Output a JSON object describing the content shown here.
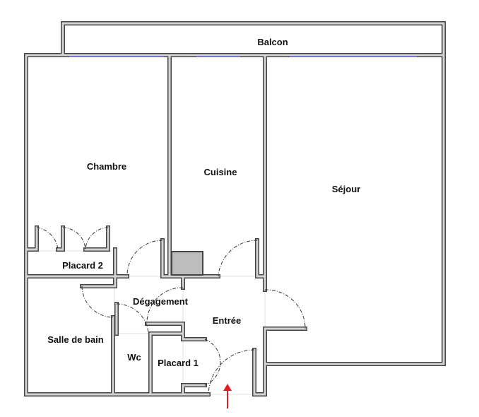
{
  "rooms": {
    "balcon": "Balcon",
    "chambre": "Chambre",
    "cuisine": "Cuisine",
    "sejour": "Séjour",
    "placard2": "Placard 2",
    "degagement": "Dégagement",
    "entree": "Entrée",
    "salle_de_bain": "Salle de bain",
    "wc": "Wc",
    "placard1": "Placard 1"
  },
  "colors": {
    "entry_arrow": "#e02020",
    "window": "#7777cc",
    "duct": "#bdbdbd"
  }
}
